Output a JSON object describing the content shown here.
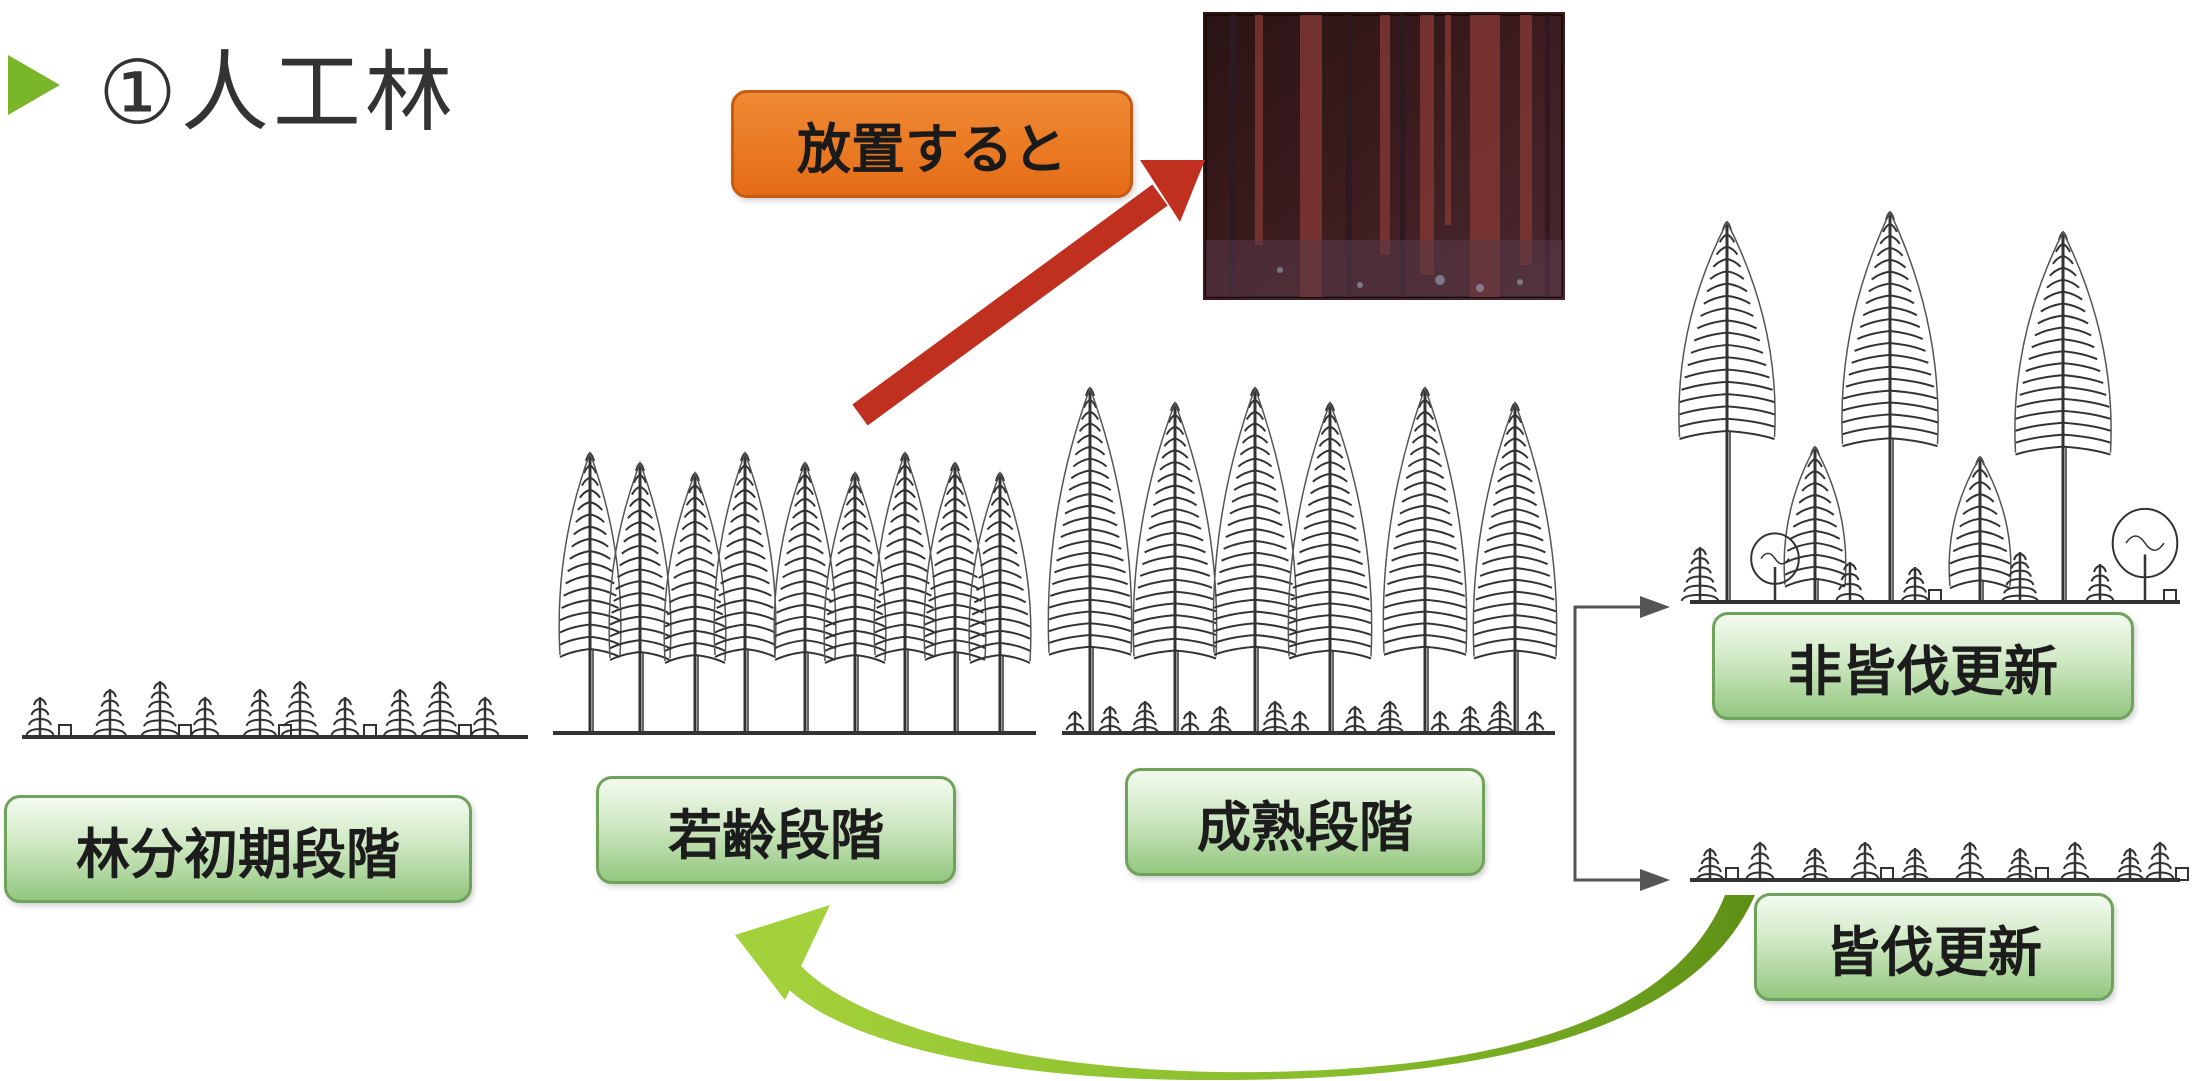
{
  "title": {
    "marker": "triangle-icon",
    "text": "①人工林"
  },
  "callout": {
    "label": "放置すると",
    "photo": "dark-overgrown-forest-photo"
  },
  "stages": [
    {
      "label": "林分初期段階"
    },
    {
      "label": "若齢段階"
    },
    {
      "label": "成熟段階"
    },
    {
      "label": "非皆伐更新"
    },
    {
      "label": "皆伐更新"
    }
  ],
  "colors": {
    "accent_green": "#7ab629",
    "label_green": "#a9d495",
    "callout_orange": "#e56c16",
    "arrow_red": "#c0301e"
  }
}
